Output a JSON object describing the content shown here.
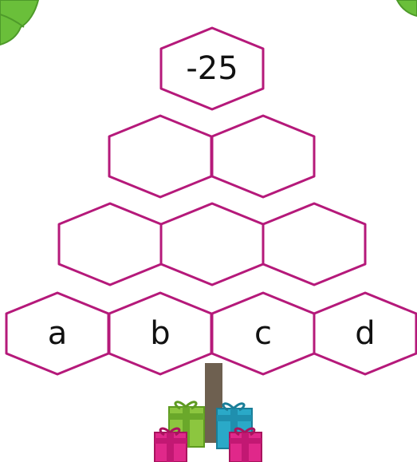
{
  "colors": {
    "hex_stroke": "#b5197a",
    "hex_fill": "#ffffff",
    "trunk": "#6e6050",
    "foliage": "#6abf3a",
    "gift_green": "#8cc63f",
    "gift_blue": "#2aa9c8",
    "gift_pink": "#e0288a"
  },
  "pyramid": {
    "top": "-25",
    "row2": [
      "",
      ""
    ],
    "row3": [
      "",
      "",
      ""
    ],
    "bottom": [
      "a",
      "b",
      "c",
      "d"
    ]
  },
  "decorations": {
    "corner_icons": [
      "tree-branch-icon",
      "tree-branch-icon"
    ],
    "gift_icons": [
      "green-gift-icon",
      "blue-gift-icon",
      "pink-gift-icon",
      "pink-gift-icon"
    ]
  }
}
